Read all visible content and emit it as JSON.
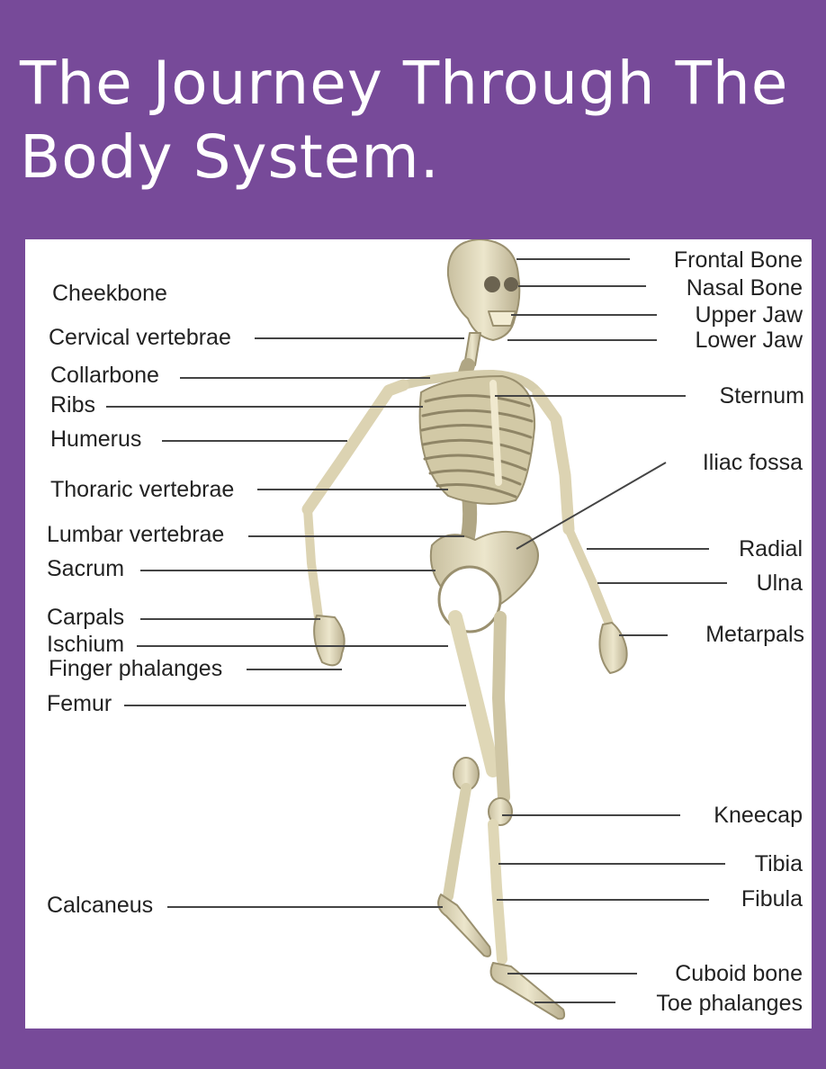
{
  "header": {
    "title": "The Journey Through The Body System."
  },
  "diagram": {
    "left_labels": [
      "Cheekbone",
      "Cervical vertebrae",
      "Collarbone",
      "Ribs",
      "Humerus",
      "Thoraric vertebrae",
      "Lumbar vertebrae",
      "Sacrum",
      "Carpals",
      "Ischium",
      "Finger phalanges",
      "Femur",
      "Calcaneus"
    ],
    "right_labels": [
      "Frontal Bone",
      "Nasal Bone",
      "Upper Jaw",
      "Lower Jaw",
      "Sternum",
      "Iliac fossa",
      "Radial",
      "Ulna",
      "Metarpals",
      "Kneecap",
      "Tibia",
      "Fibula",
      "Cuboid bone",
      "Toe phalanges"
    ],
    "colors": {
      "background": "#774a99",
      "bone": "#e3dcc0",
      "bone_shade": "#b3a98a",
      "leader": "#444444"
    }
  }
}
